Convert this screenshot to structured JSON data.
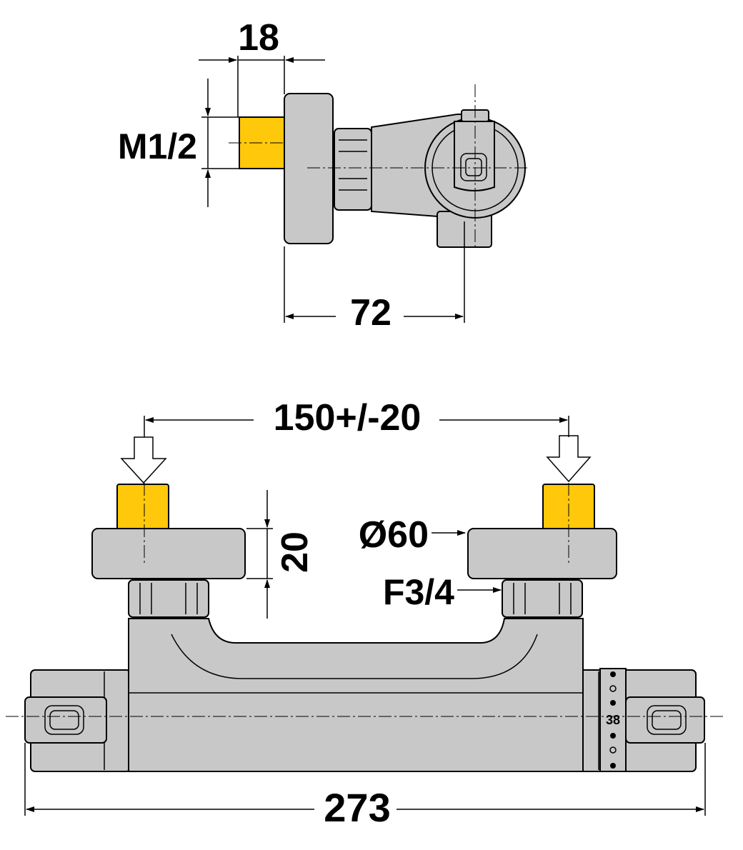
{
  "colors": {
    "body_fill": "#c8c8c8",
    "body_fill_dark": "#bdbdbd",
    "fitting_fill": "#ffc80a",
    "hot_arrow": "#e8141c",
    "cold_arrow": "#1c9be0",
    "line": "#000000"
  },
  "dimensions": {
    "fitting_length": "18",
    "thread_inlet": "M1/2",
    "wall_depth": "72",
    "centers": "150+/-20",
    "flange_height": "20",
    "flange_diameter": "Ø60",
    "union_thread": "F3/4",
    "total_length": "273"
  },
  "markings": {
    "temperature_mark": "38"
  },
  "icons": {
    "hot_inlet": "red-down-arrow-icon",
    "cold_inlet": "blue-down-arrow-icon"
  }
}
